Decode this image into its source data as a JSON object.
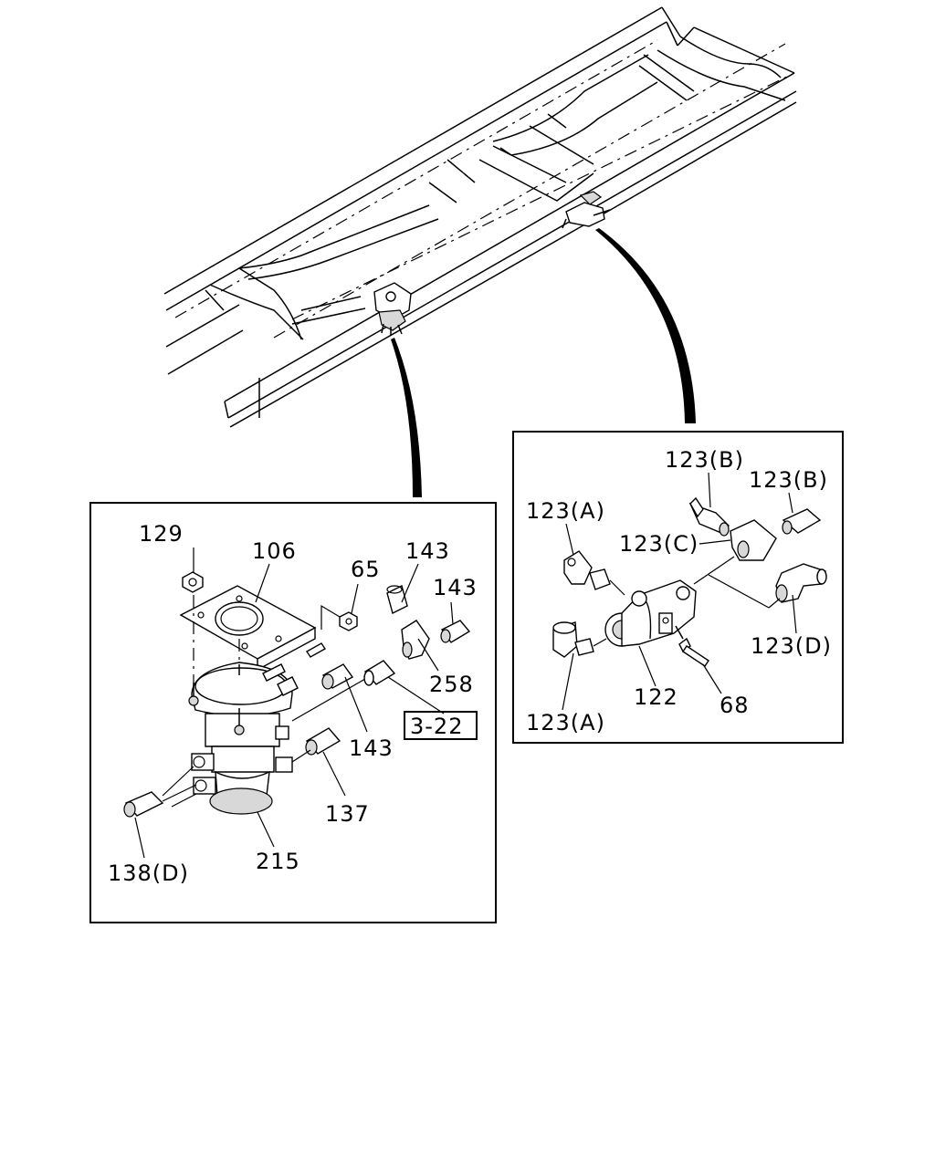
{
  "labels": {
    "l129": "129",
    "l106": "106",
    "l65": "65",
    "l143a": "143",
    "l143b": "143",
    "l143c": "143",
    "l258": "258",
    "l3_22": "3-22",
    "l137": "137",
    "l215": "215",
    "l138d": "138(D)",
    "l123b1": "123(B)",
    "l123b2": "123(B)",
    "l123a1": "123(A)",
    "l123c": "123(C)",
    "l123d": "123(D)",
    "l122": "122",
    "l68": "68",
    "l123a2": "123(A)"
  }
}
